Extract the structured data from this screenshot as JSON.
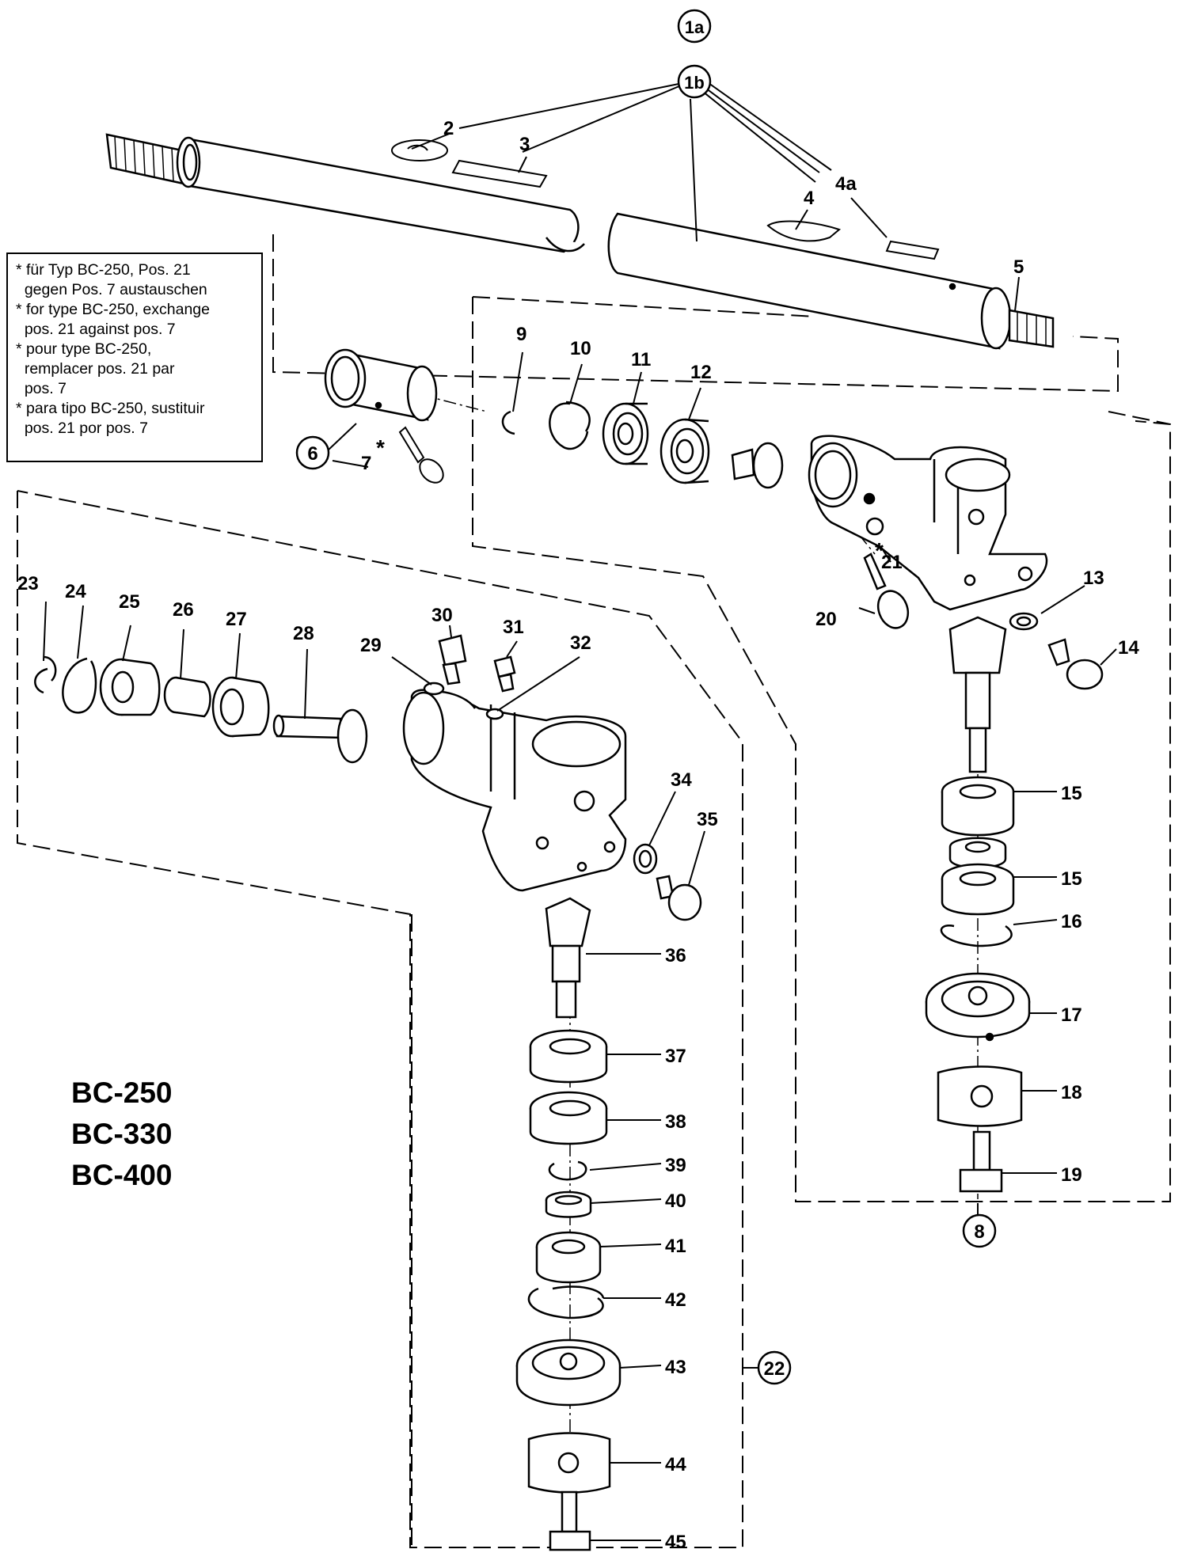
{
  "note": {
    "lines": [
      "* für Typ BC-250, Pos. 21",
      "  gegen Pos. 7 austauschen",
      "* for type BC-250, exchange",
      "  pos. 21 against pos. 7",
      "* pour type BC-250,",
      "  remplacer pos. 21 par",
      "  pos. 7",
      "* para tipo BC-250, sustituir",
      "  pos. 21 por pos. 7"
    ]
  },
  "models": [
    "BC-250",
    "BC-330",
    "BC-400"
  ],
  "circled_labels": [
    "1a",
    "1b",
    "6",
    "8",
    "22"
  ],
  "part_labels": [
    "2",
    "3",
    "4",
    "4a",
    "5",
    "7",
    "9",
    "10",
    "11",
    "12",
    "13",
    "14",
    "15",
    "15",
    "16",
    "17",
    "18",
    "19",
    "20",
    "21",
    "23",
    "24",
    "25",
    "26",
    "27",
    "28",
    "29",
    "30",
    "31",
    "32",
    "34",
    "35",
    "36",
    "37",
    "38",
    "39",
    "40",
    "41",
    "42",
    "43",
    "44",
    "45"
  ],
  "asterisk": "*"
}
